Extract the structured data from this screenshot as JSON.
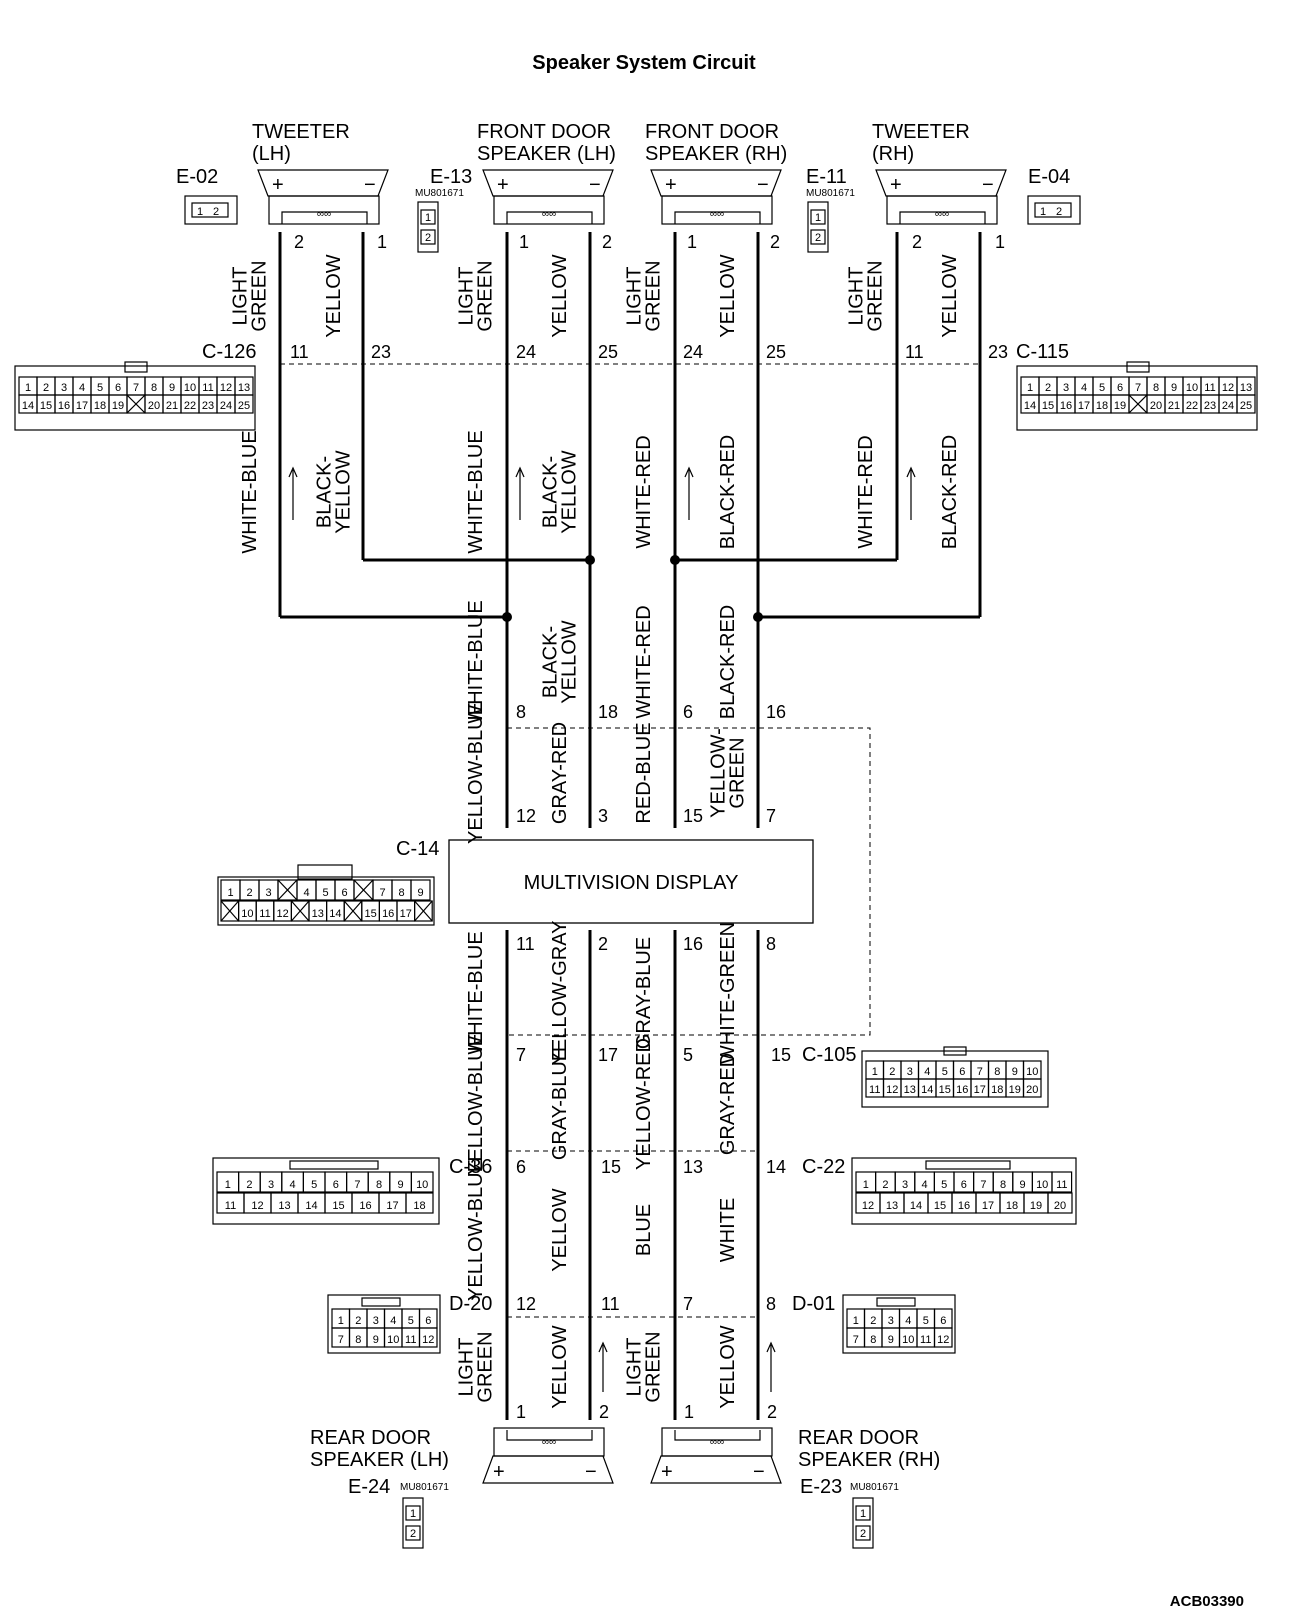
{
  "title": "Speaker System Circuit",
  "code": "ACB03390",
  "part_number": "MU801671",
  "display_label": "MULTIVISION DISPLAY",
  "components": {
    "tweeter_lh": {
      "line1": "TWEETER",
      "line2": "(LH)",
      "connector": "E-02",
      "pins": [
        "2",
        "1"
      ]
    },
    "front_door_lh": {
      "line1": "FRONT DOOR",
      "line2": "SPEAKER (LH)",
      "connector": "E-13",
      "pins": [
        "1",
        "2"
      ]
    },
    "front_door_rh": {
      "line1": "FRONT DOOR",
      "line2": "SPEAKER (RH)",
      "connector": "E-11",
      "pins": [
        "1",
        "2"
      ]
    },
    "tweeter_rh": {
      "line1": "TWEETER",
      "line2": "(RH)",
      "connector": "E-04",
      "pins": [
        "2",
        "1"
      ]
    },
    "rear_door_lh": {
      "line1": "REAR DOOR",
      "line2": "SPEAKER (LH)",
      "connector": "E-24",
      "pins": [
        "1",
        "2"
      ]
    },
    "rear_door_rh": {
      "line1": "REAR DOOR",
      "line2": "SPEAKER (RH)",
      "connector": "E-23",
      "pins": [
        "1",
        "2"
      ]
    }
  },
  "connectors": {
    "c126": {
      "label": "C-126",
      "pins": [
        "11",
        "23",
        "24",
        "25"
      ]
    },
    "c115": {
      "label": "C-115",
      "pins": [
        "24",
        "25",
        "11",
        "23"
      ]
    },
    "c14": {
      "label": "C-14",
      "top_upper": [
        "8",
        "18",
        "6",
        "16"
      ],
      "top_lower": [
        "12",
        "3",
        "15",
        "7"
      ],
      "bottom": [
        "11",
        "2",
        "16",
        "8"
      ]
    },
    "c105": {
      "label": "C-105",
      "pins": [
        "7",
        "17",
        "5",
        "15"
      ]
    },
    "c36": {
      "label": "C-36",
      "pins": [
        "6",
        "15"
      ]
    },
    "c22": {
      "label": "C-22",
      "pins": [
        "13",
        "14"
      ]
    },
    "d20": {
      "label": "D-20",
      "pins": [
        "12",
        "11"
      ]
    },
    "d01": {
      "label": "D-01",
      "pins": [
        "7",
        "8"
      ]
    }
  },
  "wires": {
    "row1": [
      "LIGHT GREEN",
      "YELLOW",
      "LIGHT GREEN",
      "YELLOW",
      "LIGHT GREEN",
      "YELLOW",
      "LIGHT GREEN",
      "YELLOW"
    ],
    "row2": [
      "WHITE-BLUE",
      "BLACK-YELLOW",
      "WHITE-BLUE",
      "BLACK-YELLOW",
      "WHITE-RED",
      "BLACK-RED",
      "WHITE-RED",
      "BLACK-RED"
    ],
    "row3": [
      "WHITE-BLUE",
      "BLACK-YELLOW",
      "WHITE-RED",
      "BLACK-RED"
    ],
    "row4": [
      "YELLOW-BLUE",
      "GRAY-RED",
      "RED-BLUE",
      "YELLOW-GREEN"
    ],
    "row5": [
      "WHITE-BLUE",
      "YELLOW-GRAY",
      "GRAY-BLUE",
      "WHITE-GREEN"
    ],
    "row6": [
      "YELLOW-BLUE",
      "GRAY-BLUE",
      "YELLOW-RED",
      "GRAY-RED"
    ],
    "row7": [
      "YELLOW-BLUE",
      "YELLOW",
      "BLUE",
      "WHITE"
    ],
    "row8": [
      "LIGHT GREEN",
      "YELLOW",
      "LIGHT GREEN",
      "YELLOW"
    ]
  },
  "c126_grid": [
    [
      "1",
      "2",
      "3",
      "4",
      "5",
      "6",
      "7",
      "8",
      "9",
      "10",
      "11",
      "12",
      "13"
    ],
    [
      "14",
      "15",
      "16",
      "17",
      "18",
      "19",
      "",
      "20",
      "21",
      "22",
      "23",
      "24",
      "25"
    ]
  ],
  "c14_grid": [
    [
      "1",
      "2",
      "3",
      "",
      "4",
      "5",
      "6",
      "",
      "7",
      "8",
      "9"
    ],
    [
      "",
      "10",
      "11",
      "12",
      "",
      "13",
      "14",
      "",
      "15",
      "16",
      "17",
      ""
    ]
  ],
  "c105_grid": [
    [
      "1",
      "2",
      "3",
      "4",
      "5",
      "6",
      "7",
      "8",
      "9",
      "10"
    ],
    [
      "11",
      "12",
      "13",
      "14",
      "15",
      "16",
      "17",
      "18",
      "19",
      "20"
    ]
  ],
  "c36_grid": [
    [
      "1",
      "2",
      "3",
      "4",
      "5",
      "6",
      "7",
      "8",
      "9",
      "10"
    ],
    [
      "11",
      "12",
      "13",
      "14",
      "15",
      "16",
      "17",
      "18"
    ]
  ],
  "c22_grid": [
    [
      "1",
      "2",
      "3",
      "4",
      "5",
      "6",
      "7",
      "8",
      "9",
      "10",
      "11"
    ],
    [
      "12",
      "13",
      "14",
      "15",
      "16",
      "17",
      "18",
      "19",
      "20"
    ]
  ],
  "d_grid": [
    [
      "1",
      "2",
      "3",
      "4",
      "5",
      "6"
    ],
    [
      "7",
      "8",
      "9",
      "10",
      "11",
      "12"
    ]
  ],
  "e_grid": [
    "1",
    "2"
  ]
}
